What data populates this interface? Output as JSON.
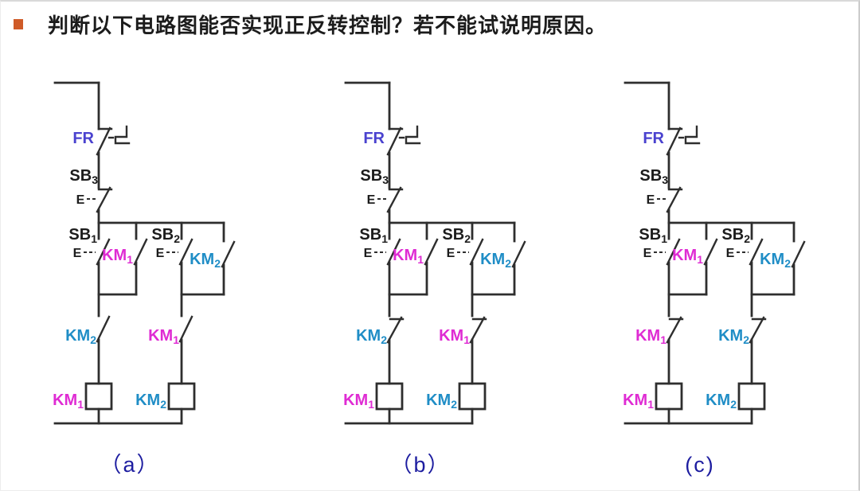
{
  "title": {
    "text": "判断以下电路图能否实现正反转控制？若不能试说明原因。",
    "bullet_color": "#cf5b28"
  },
  "colors": {
    "km1": "#df2bd3",
    "km2": "#1f8dc6",
    "fr": "#4a42cf",
    "sb": "#1c1c1c",
    "caption": "#1d1da0",
    "wire": "#2e2e2e"
  },
  "symbols": {
    "pushbutton_actuator": "E",
    "no_contact": "normally-open",
    "nc_contact": "normally-closed"
  },
  "circuits": [
    {
      "caption": "（a）",
      "fr": "FR",
      "sb3": {
        "base": "SB",
        "sub": "3"
      },
      "sb1": {
        "base": "SB",
        "sub": "1"
      },
      "hold_left": {
        "base": "KM",
        "sub": "1"
      },
      "sb2": {
        "base": "SB",
        "sub": "2"
      },
      "hold_right": {
        "base": "KM",
        "sub": "2"
      },
      "interlock_left": {
        "base": "KM",
        "sub": "2",
        "contact_type": "NO"
      },
      "interlock_right": {
        "base": "KM",
        "sub": "1",
        "contact_type": "NO"
      },
      "coil_left": {
        "base": "KM",
        "sub": "1"
      },
      "coil_right": {
        "base": "KM",
        "sub": "2"
      }
    },
    {
      "caption": "（b）",
      "fr": "FR",
      "sb3": {
        "base": "SB",
        "sub": "3"
      },
      "sb1": {
        "base": "SB",
        "sub": "1"
      },
      "hold_left": {
        "base": "KM",
        "sub": "1"
      },
      "sb2": {
        "base": "SB",
        "sub": "2"
      },
      "hold_right": {
        "base": "KM",
        "sub": "2"
      },
      "interlock_left": {
        "base": "KM",
        "sub": "2",
        "contact_type": "NC"
      },
      "interlock_right": {
        "base": "KM",
        "sub": "1",
        "contact_type": "NC"
      },
      "coil_left": {
        "base": "KM",
        "sub": "1"
      },
      "coil_right": {
        "base": "KM",
        "sub": "2"
      }
    },
    {
      "caption": "(c)",
      "fr": "FR",
      "sb3": {
        "base": "SB",
        "sub": "3"
      },
      "sb1": {
        "base": "SB",
        "sub": "1"
      },
      "hold_left": {
        "base": "KM",
        "sub": "1"
      },
      "sb2": {
        "base": "SB",
        "sub": "2"
      },
      "hold_right": {
        "base": "KM",
        "sub": "2"
      },
      "interlock_left": {
        "base": "KM",
        "sub": "1",
        "contact_type": "NC"
      },
      "interlock_right": {
        "base": "KM",
        "sub": "2",
        "contact_type": "NC"
      },
      "coil_left": {
        "base": "KM",
        "sub": "1"
      },
      "coil_right": {
        "base": "KM",
        "sub": "2"
      }
    }
  ]
}
